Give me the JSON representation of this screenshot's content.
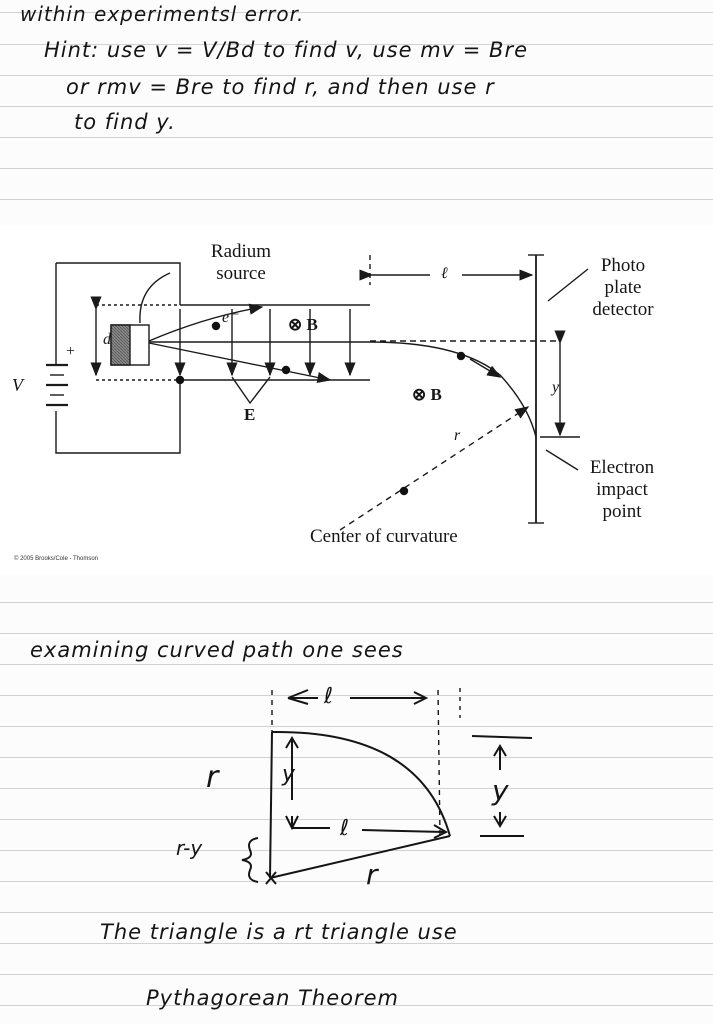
{
  "notes": {
    "line1": "within experimentsl error.",
    "line2": "Hint:  use v = V/Bd   to find v,  use mv = Bre",
    "line3": "or rmv = Bre  to find r, and then use r",
    "line4": "to find y."
  },
  "figure": {
    "radium_source": "Radium\nsource",
    "photo_plate_detector": "Photo\nplate\ndetector",
    "electron_impact_point": "Electron\nimpact\npoint",
    "center_of_curvature": "Center of curvature",
    "copyright": "© 2005 Brooks/Cole - Thomson",
    "symbols": {
      "d": "d",
      "V": "V",
      "plus": "+",
      "e_minus": "e⁻",
      "B_top": "⊗ B",
      "B_right": "⊗ B",
      "E": "E",
      "l": "ℓ",
      "r": "r",
      "y": "y"
    }
  },
  "sketch": {
    "heading": "examining  curved  path    one  sees",
    "l_top": "ℓ",
    "l_mid": "ℓ",
    "y_left": "y",
    "y_right": "y",
    "r_left": "r",
    "r_bottom": "r",
    "r_minus_y": "r-y"
  },
  "conclusion": {
    "line1": "The  triangle  is  a  rt  triangle  use",
    "line2": "Pythagorean   Theorem"
  }
}
